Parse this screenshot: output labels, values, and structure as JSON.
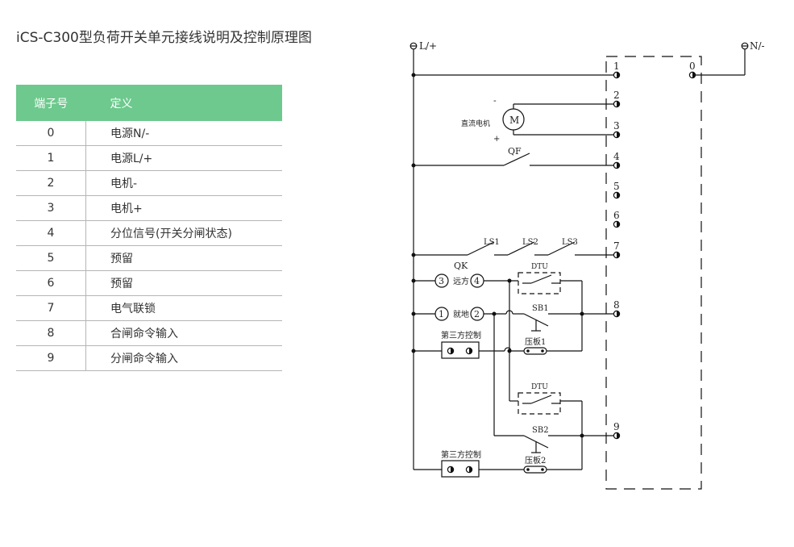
{
  "title": "iCS-C300型负荷开关单元接线说明及控制原理图",
  "table": {
    "headers": [
      "端子号",
      "定义"
    ],
    "rows": [
      {
        "no": "0",
        "def": "电源N/-"
      },
      {
        "no": "1",
        "def": "电源L/+"
      },
      {
        "no": "2",
        "def": "电机-"
      },
      {
        "no": "3",
        "def": "电机+"
      },
      {
        "no": "4",
        "def": "分位信号(开关分闸状态)"
      },
      {
        "no": "5",
        "def": "预留"
      },
      {
        "no": "6",
        "def": "预留"
      },
      {
        "no": "7",
        "def": "电气联锁"
      },
      {
        "no": "8",
        "def": "合闸命令输入"
      },
      {
        "no": "9",
        "def": "分闸命令输入"
      }
    ]
  },
  "diagram": {
    "supply_pos": "L/+",
    "supply_neg": "N/-",
    "terminals": [
      "1",
      "0",
      "2",
      "3",
      "4",
      "5",
      "6",
      "7",
      "8",
      "9"
    ],
    "motor_label": "直流电机",
    "motor_symbol": "M",
    "minus": "-",
    "plus": "+",
    "qf": "QF",
    "ls1": "LS1",
    "ls2": "LS2",
    "ls3": "LS3",
    "qk": "QK",
    "n3": "3",
    "n4": "4",
    "n1": "1",
    "n2": "2",
    "remote": "远方",
    "local": "就地",
    "dtu": "DTU",
    "sb1": "SB1",
    "sb2": "SB2",
    "third_party": "第三方控制",
    "plate1": "压板1",
    "plate2": "压板2"
  }
}
